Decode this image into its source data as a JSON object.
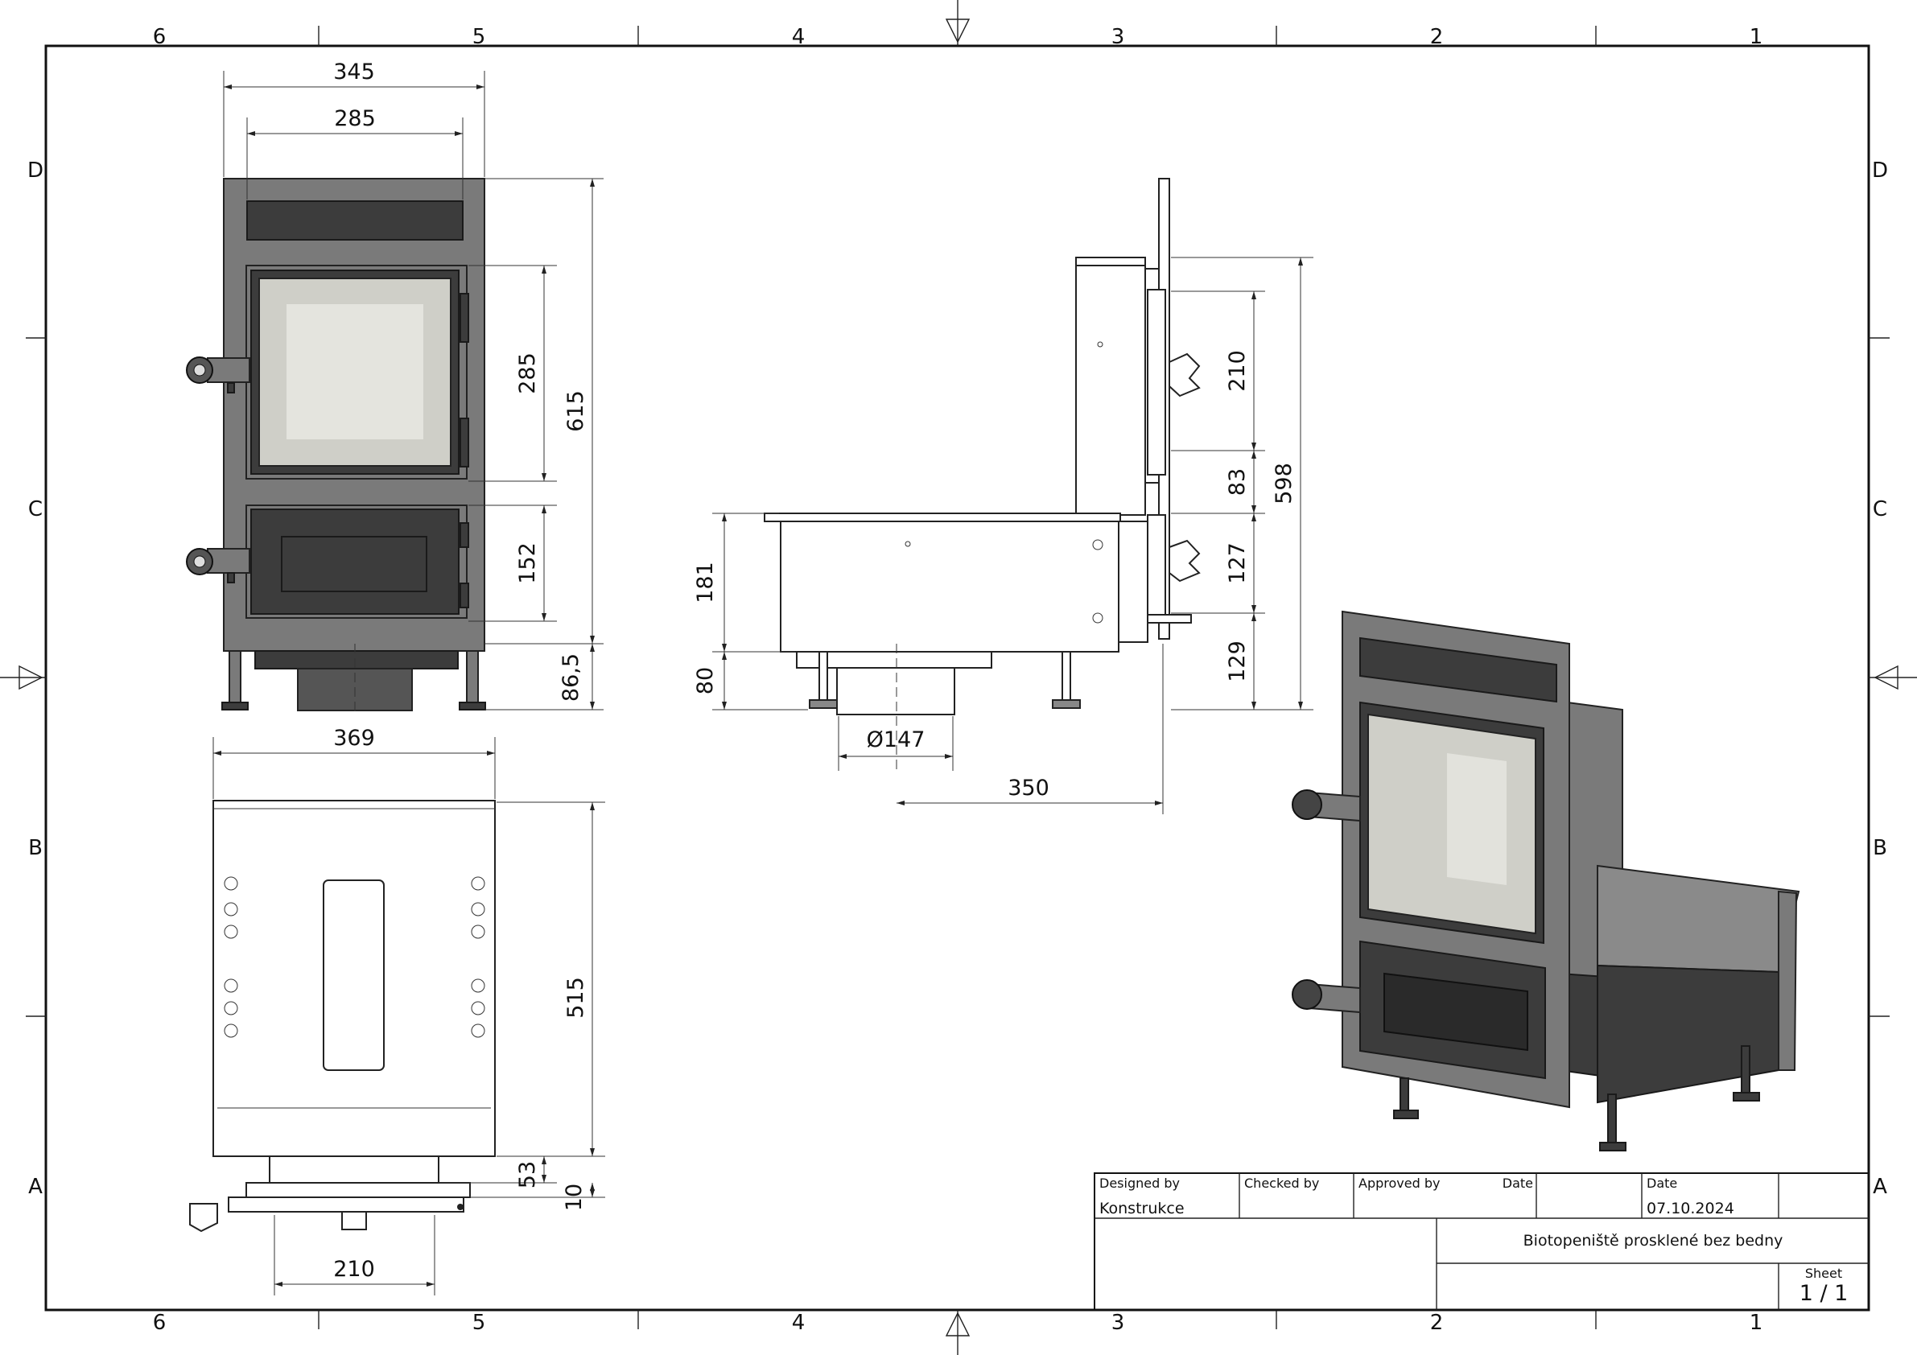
{
  "drawing": {
    "zones_top": [
      "6",
      "5",
      "4",
      "3",
      "2",
      "1"
    ],
    "zones_bottom": [
      "6",
      "5",
      "4",
      "3",
      "2",
      "1"
    ],
    "zones_left": [
      "D",
      "C",
      "B",
      "A"
    ],
    "zones_right": [
      "D",
      "C",
      "B",
      "A"
    ]
  },
  "dimensions": {
    "front": {
      "width_outer": "345",
      "width_inner": "285",
      "height_total": "615",
      "door_height": "285",
      "ash_height": "152",
      "leg_height": "86,5"
    },
    "plan": {
      "width": "369",
      "depth": "515",
      "offset_53": "53",
      "offset_10": "10",
      "flue_width": "210"
    },
    "side": {
      "body_height": "181",
      "leg_height": "80",
      "flue_diameter": "Ø147",
      "depth_350": "350",
      "d_210": "210",
      "d_83": "83",
      "d_127": "127",
      "d_129": "129",
      "total_598": "598"
    }
  },
  "title_block": {
    "designed_by_label": "Designed by",
    "checked_by_label": "Checked by",
    "approved_by_label": "Approved by",
    "date_label_1": "Date",
    "date_label_2": "Date",
    "designer": "Konstrukce",
    "date": "07.10.2024",
    "title": "Biotopeniště prosklené bez bedny",
    "sheet_label": "Sheet",
    "sheet_value": "1 / 1"
  }
}
